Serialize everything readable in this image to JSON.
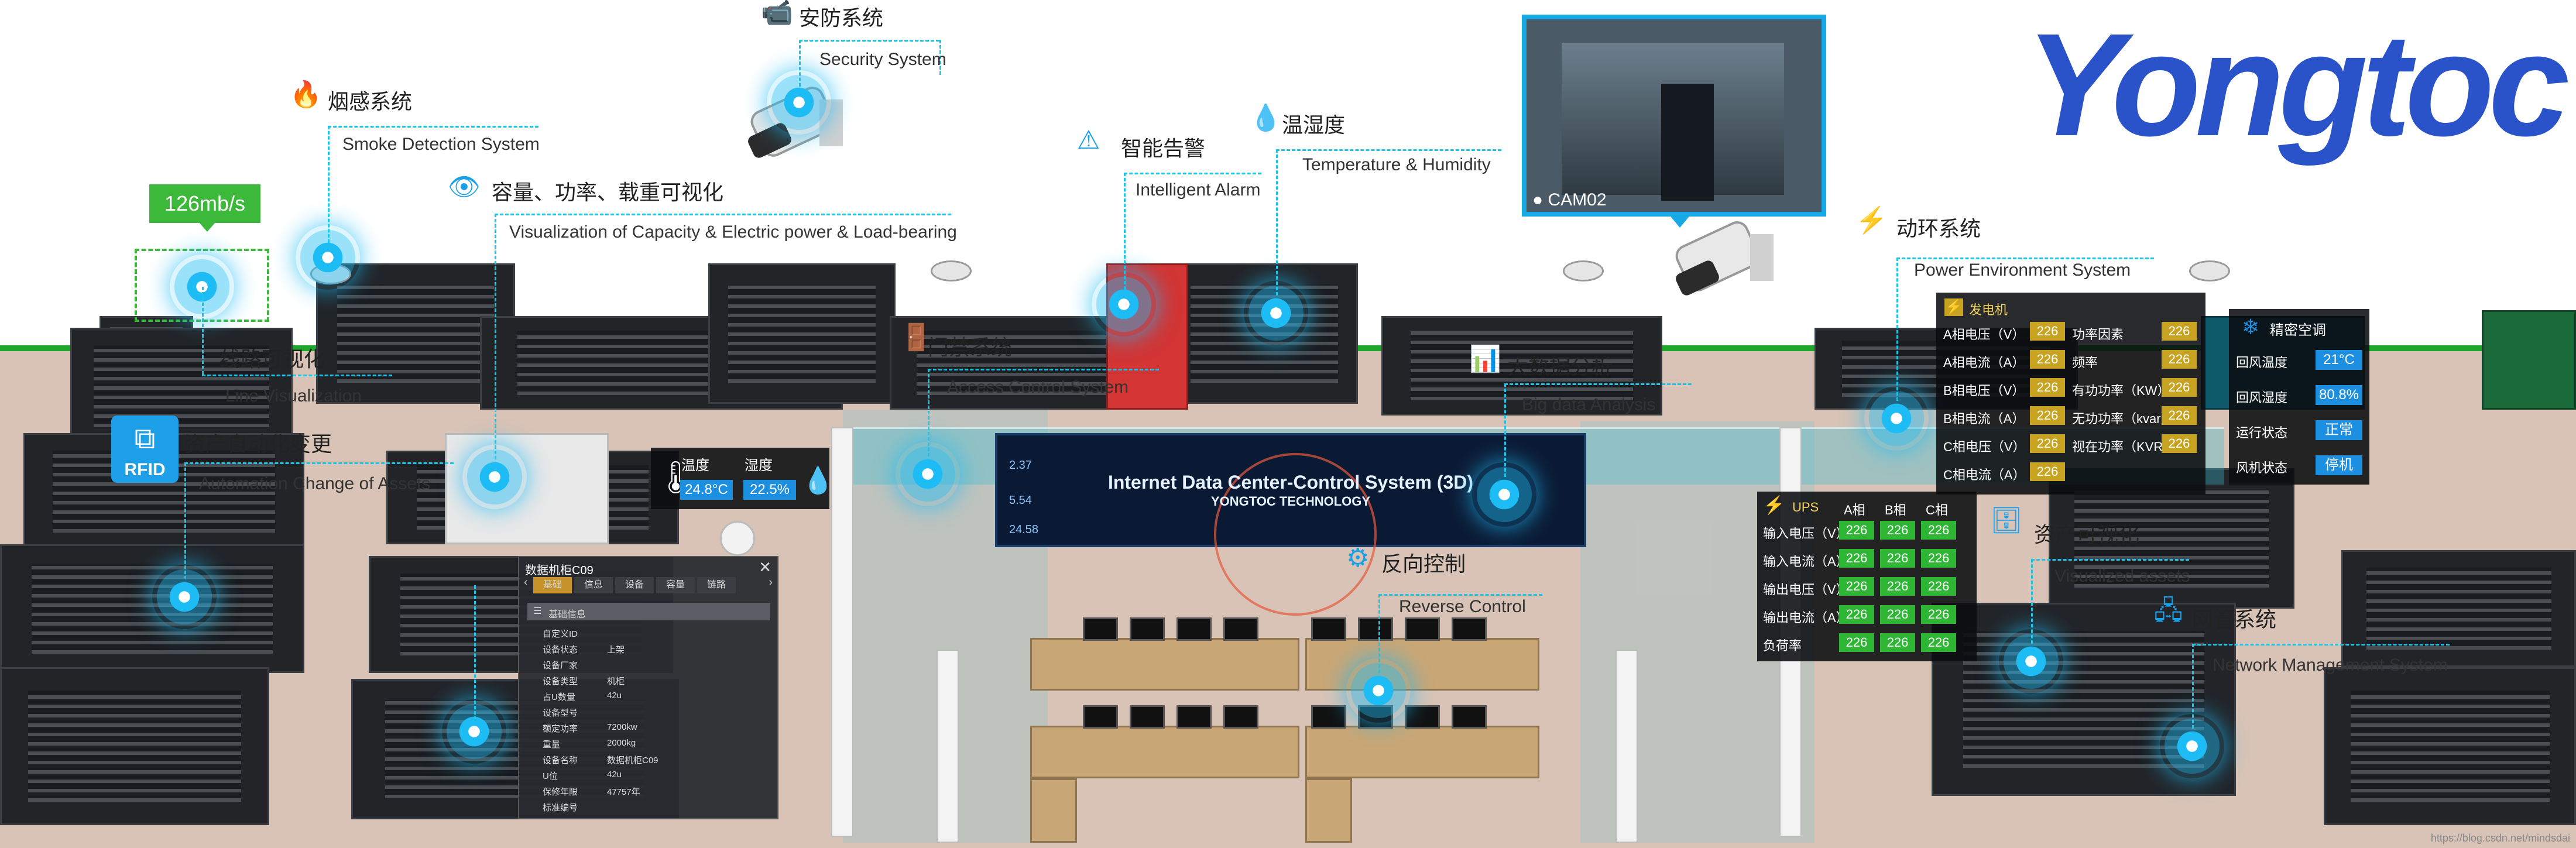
{
  "brand": {
    "logo_text": "Yongtoc"
  },
  "hero": {
    "title": "Internet Data Center-Control System (3D)",
    "subtitle": "YONGTOC TECHNOLOGY",
    "left_readouts": [
      "2.37",
      "5.54",
      "24.58"
    ]
  },
  "bandwidth_badge": "126mb/s",
  "camera": {
    "label": "CAM02"
  },
  "labels": {
    "security": {
      "cn": "安防系统",
      "en": "Security System"
    },
    "smoke": {
      "cn": "烟感系统",
      "en": "Smoke Detection System"
    },
    "capacity": {
      "cn": "容量、功率、载重可视化",
      "en": "Visualization of Capacity & Electric power & Load-bearing"
    },
    "alarm": {
      "cn": "智能告警",
      "en": "Intelligent Alarm"
    },
    "temp_humidity": {
      "cn": "温湿度",
      "en": "Temperature & Humidity"
    },
    "power_env": {
      "cn": "动环系统",
      "en": "Power Environment System"
    },
    "line_vis": {
      "cn": "线路可视化",
      "en": "Line  Visualization"
    },
    "asset_auto": {
      "cn": "资产自动化变更",
      "en": "Automation Change of Assets"
    },
    "access": {
      "cn": "门禁系统",
      "en": "Access Control System"
    },
    "bigdata": {
      "cn": "大数据分析",
      "en": "Big data Analysis"
    },
    "reverse": {
      "cn": "反向控制",
      "en": "Reverse Control"
    },
    "asset_vis": {
      "cn": "资产可视化",
      "en": "Visualized assets"
    },
    "netmgmt": {
      "cn": "网管系统",
      "en": "Network Management System"
    }
  },
  "rfid_label": "RFID",
  "temp_widget": {
    "temp_label": "温度",
    "hum_label": "湿度",
    "temp_value": "24.8°C",
    "hum_value": "22.5%"
  },
  "generator": {
    "title": "发电机",
    "rows": [
      {
        "l": "A相电压（V）",
        "lv": "226",
        "r": "功率因素",
        "rv": "226"
      },
      {
        "l": "A相电流（A）",
        "lv": "226",
        "r": "频率",
        "rv": "226"
      },
      {
        "l": "B相电压（V）",
        "lv": "226",
        "r": "有功功率（KW）",
        "rv": "226"
      },
      {
        "l": "B相电流（A）",
        "lv": "226",
        "r": "无功功率（kvar）",
        "rv": "226"
      },
      {
        "l": "C相电压（V）",
        "lv": "226",
        "r": "视在功率（KVR）",
        "rv": "226"
      },
      {
        "l": "C相电流（A）",
        "lv": "226",
        "r": "",
        "rv": ""
      }
    ]
  },
  "ac": {
    "title": "精密空调",
    "rows": [
      {
        "label": "回风温度",
        "value": "21°C"
      },
      {
        "label": "回风湿度",
        "value": "80.8%"
      },
      {
        "label": "运行状态",
        "value": "正常"
      },
      {
        "label": "风机状态",
        "value": "停机"
      }
    ]
  },
  "ups": {
    "title": "UPS",
    "cols": [
      "A相",
      "B相",
      "C相"
    ],
    "rows": [
      {
        "label": "输入电压（V）",
        "v": [
          "226",
          "226",
          "226"
        ]
      },
      {
        "label": "输入电流（A）",
        "v": [
          "226",
          "226",
          "226"
        ]
      },
      {
        "label": "输出电压（V）",
        "v": [
          "226",
          "226",
          "226"
        ]
      },
      {
        "label": "输出电流（A）",
        "v": [
          "226",
          "226",
          "226"
        ]
      },
      {
        "label": "负荷率",
        "v": [
          "226",
          "226",
          "226"
        ]
      }
    ]
  },
  "cabinet": {
    "title": "数据机柜C09",
    "tabs": [
      "基础",
      "信息",
      "设备",
      "容量",
      "链路"
    ],
    "section": "基础信息",
    "fields": [
      {
        "k": "自定义ID",
        "v": ""
      },
      {
        "k": "设备状态",
        "v": "上架"
      },
      {
        "k": "设备厂家",
        "v": ""
      },
      {
        "k": "设备类型",
        "v": "机柜"
      },
      {
        "k": "占U数量",
        "v": "42u"
      },
      {
        "k": "设备型号",
        "v": ""
      },
      {
        "k": "额定功率",
        "v": "7200kw"
      },
      {
        "k": "重量",
        "v": "2000kg"
      },
      {
        "k": "设备名称",
        "v": "数据机柜C09"
      },
      {
        "k": "U位",
        "v": "42u"
      },
      {
        "k": "保修年限",
        "v": "47757年"
      },
      {
        "k": "标准编号",
        "v": ""
      }
    ]
  },
  "watermark": "https://blog.csdn.net/mindsdai",
  "colors": {
    "accent": "#1ec4e6",
    "brand": "#2a52c9",
    "wall": "#1fa72b",
    "gen_value": "#c7a321",
    "ups_value": "#2fb534",
    "ac_value": "#1d8fe0"
  }
}
